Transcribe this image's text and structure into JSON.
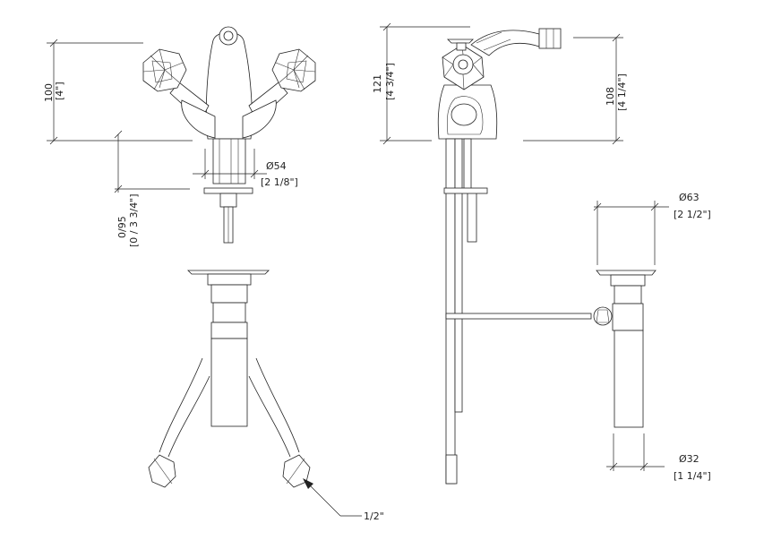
{
  "dimensions": {
    "front_height_mm": "100",
    "front_height_in": "[4\"]",
    "spout_diameter_mm": "Ø54",
    "spout_diameter_in": "[2 1/8\"]",
    "deck_thickness_mm": "0/95",
    "deck_thickness_in": "[0 / 3 3/4\"]",
    "side_height_mm": "121",
    "side_height_in": "[4 3/4\"]",
    "side_spout_height_mm": "108",
    "side_spout_height_in": "[4 1/4\"]",
    "drain_diameter_mm": "Ø63",
    "drain_diameter_in": "[2 1/2\"]",
    "drain_pipe_mm": "Ø32",
    "drain_pipe_in": "[1 1/4\"]",
    "hose_connection": "1/2\""
  }
}
